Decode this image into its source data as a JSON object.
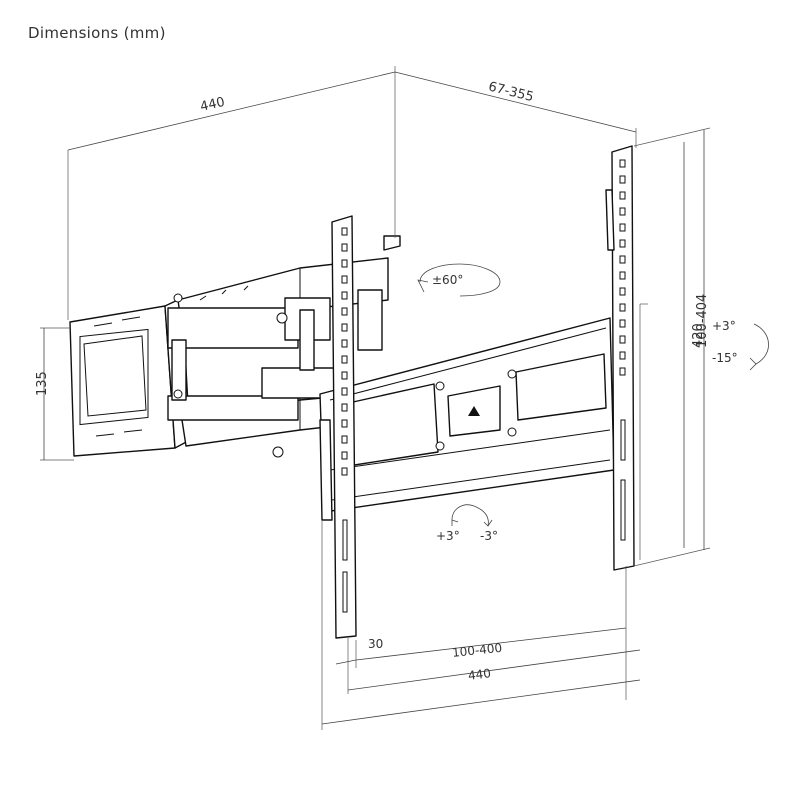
{
  "title": "Dimensions (mm)",
  "dimensions": {
    "top_width": "440",
    "depth": "67-355",
    "plate_height": "135",
    "rail_height": "420",
    "vesa_vertical": "100-404",
    "tilt_up": "+3°",
    "tilt_down": "-15°",
    "swivel": "±60°",
    "level_plus": "+3°",
    "level_minus": "-3°",
    "offset": "30",
    "vesa_horizontal": "100-400",
    "bottom_width": "440"
  }
}
